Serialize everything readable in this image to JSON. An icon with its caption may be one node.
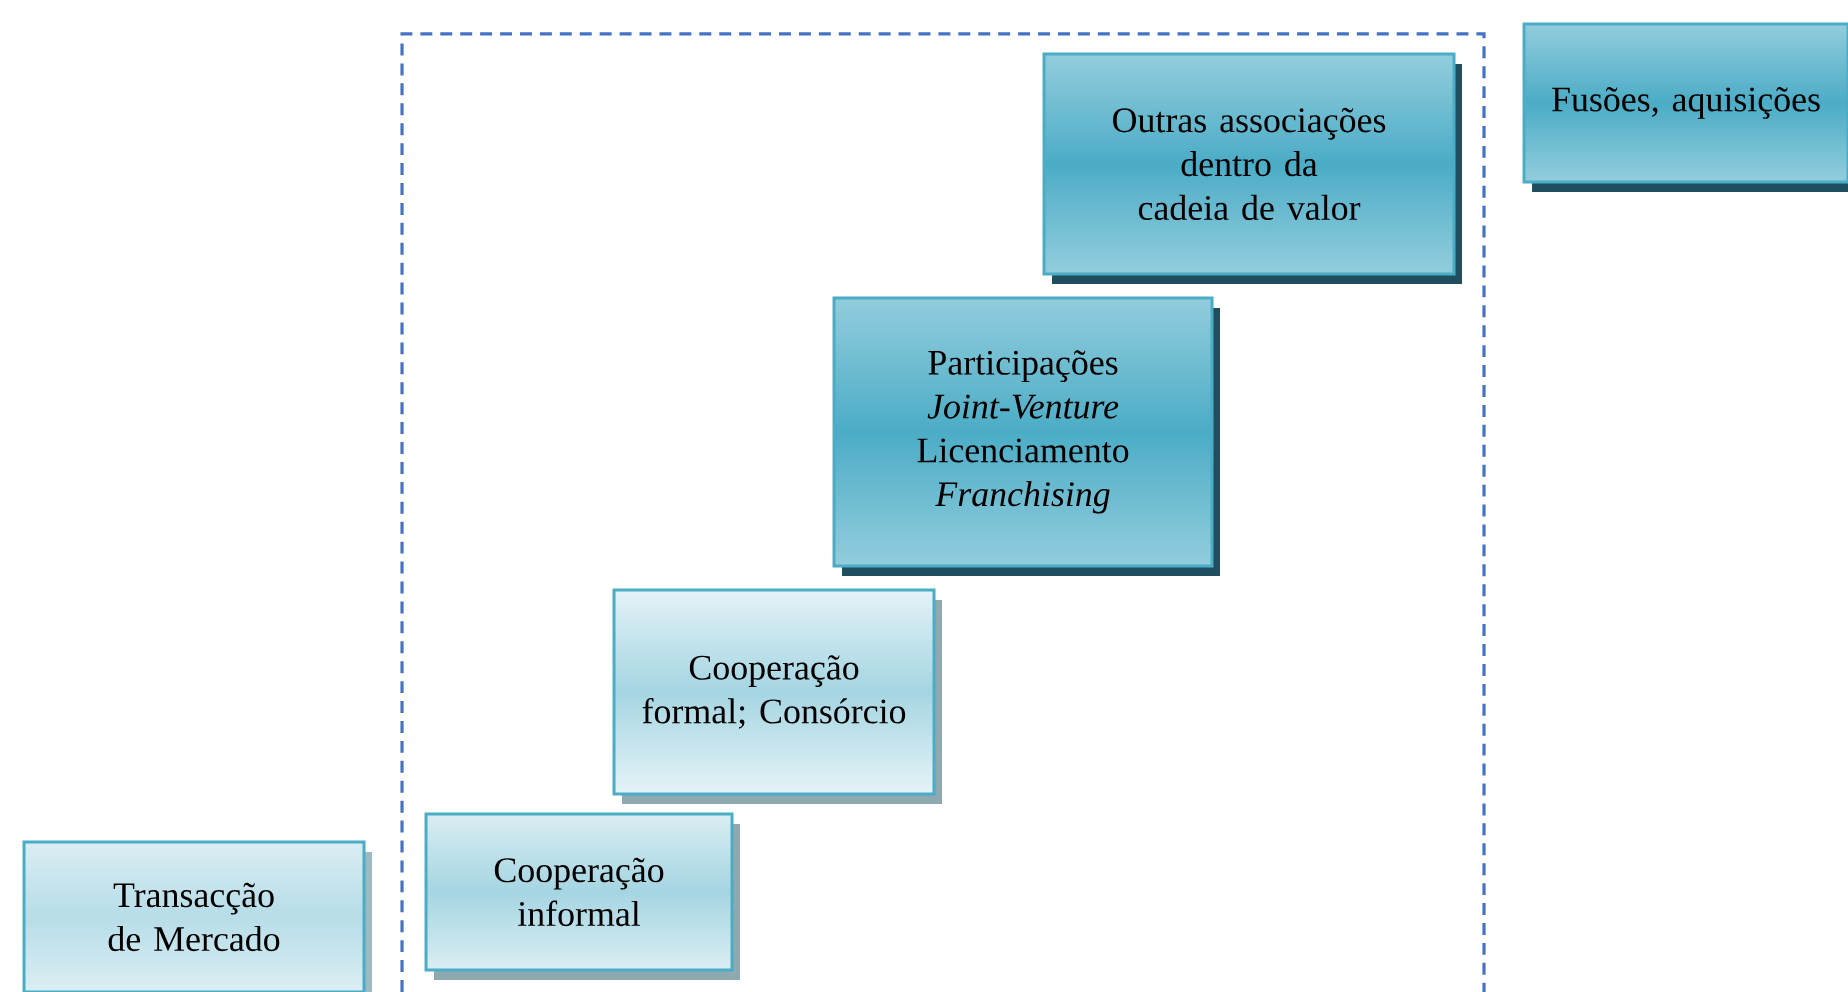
{
  "diagram": {
    "nodes": [
      {
        "text": [
          "Transacção de Mercado"
        ]
      },
      {
        "text": [
          "Cooperação informal"
        ]
      },
      {
        "text": [
          "Cooperação formal; Consórcio"
        ]
      },
      {
        "text": [
          "Participações *Joint-Venture* Licenciamento *Franchising*"
        ]
      },
      {
        "text": [
          "Outras associações dentro da cadeia de valor"
        ]
      },
      {
        "text": [
          "Fusões, aquisições"
        ]
      }
    ]
  }
}
